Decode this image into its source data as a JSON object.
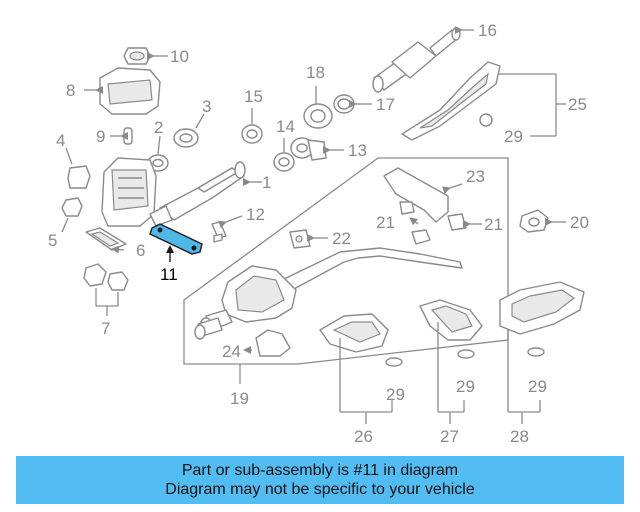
{
  "labels": {
    "n1": "1",
    "n2": "2",
    "n3": "3",
    "n4": "4",
    "n5": "5",
    "n6": "6",
    "n7": "7",
    "n8": "8",
    "n9": "9",
    "n10": "10",
    "n11": "11",
    "n12": "12",
    "n13": "13",
    "n14": "14",
    "n15": "15",
    "n16": "16",
    "n17": "17",
    "n18": "18",
    "n19": "19",
    "n20": "20",
    "n21a": "21",
    "n21b": "21",
    "n22": "22",
    "n23": "23",
    "n24": "24",
    "n25": "25",
    "n26": "26",
    "n27": "27",
    "n28": "28",
    "n29a": "29",
    "n29b": "29",
    "n29c": "29",
    "n29d": "29"
  },
  "colors": {
    "highlight": "#4fb8e8",
    "banner": "#52bdf2",
    "line": "#8a8a8a"
  },
  "banner": {
    "line1": "Part or sub-assembly is #11 in diagram",
    "line2": "Diagram may not be specific to your vehicle"
  }
}
